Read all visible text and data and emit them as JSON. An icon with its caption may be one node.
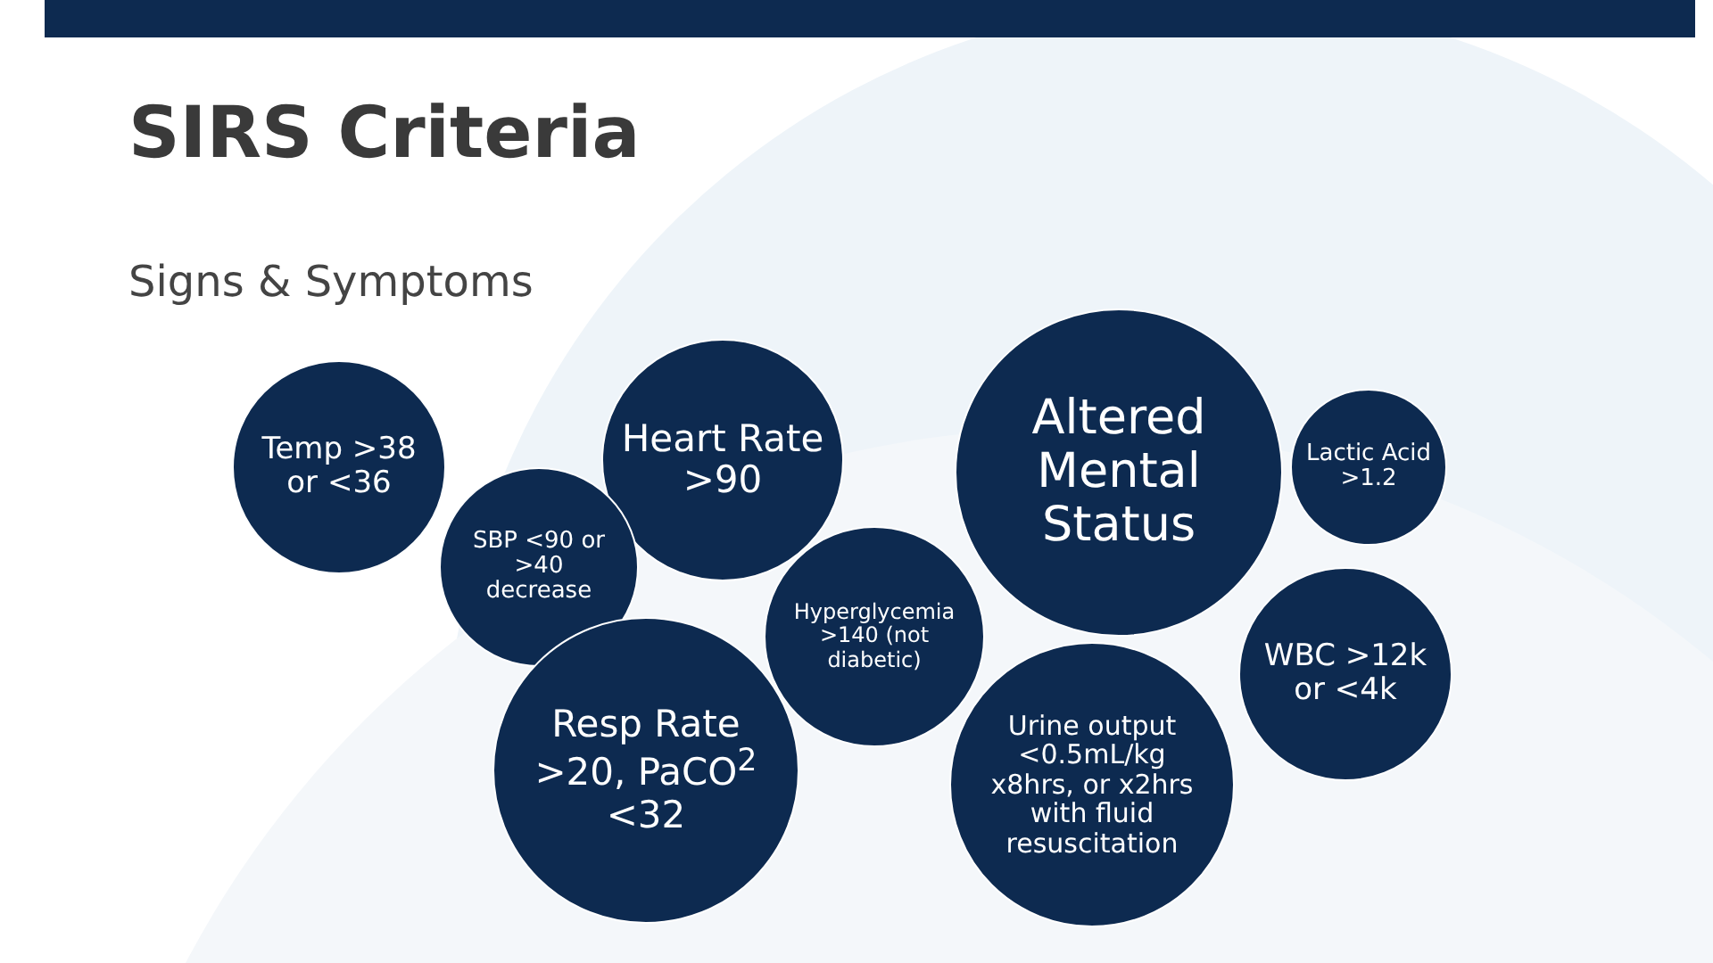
{
  "diagram": {
    "title": "SIRS Criteria",
    "nodes": [
      {
        "text": [
          "Temp >38 or <36"
        ]
      },
      {
        "text": [
          "SBP <90 or >40 decrease"
        ]
      },
      {
        "text": [
          "Heart Rate >90"
        ]
      },
      {
        "text": [
          "Resp Rate >20, PaCO$^{2}$ <32"
        ]
      },
      {
        "text": [
          "Altered Mental Status"
        ]
      },
      {
        "text": [
          "Hyperglycemia >140 (not diabetic)"
        ]
      },
      {
        "text": [
          "Urine output <0.5mL/kg x8hrs, or x2hrs with fluid resuscitation"
        ]
      },
      {
        "text": [
          "Lactic Acid >1.2"
        ]
      },
      {
        "text": [
          "WBC >12k or <4k"
        ]
      }
    ],
    "labels": [
      "Signs & Symptoms"
    ]
  }
}
